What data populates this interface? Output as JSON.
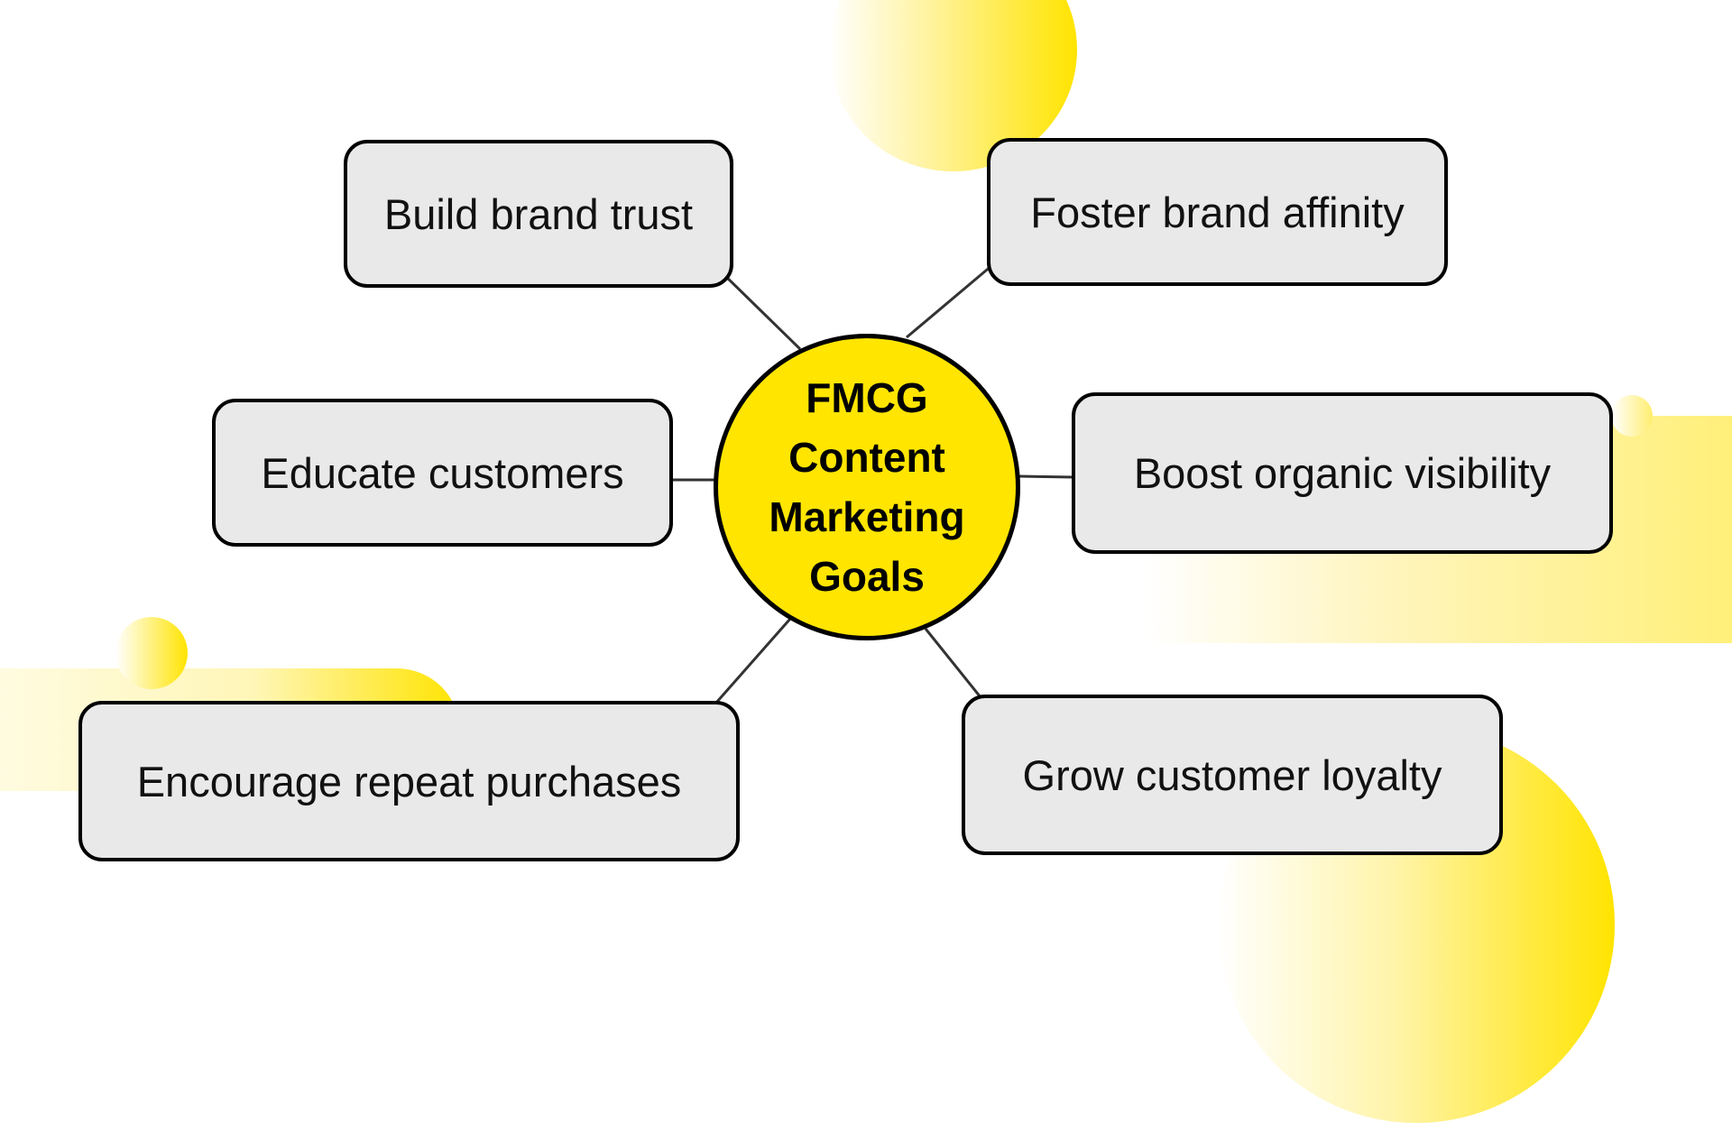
{
  "diagram": {
    "center_label": "FMCG Content Marketing Goals",
    "goals": [
      "Build brand trust",
      "Foster brand affinity",
      "Educate customers",
      "Boost organic visibility",
      "Encourage repeat purchases",
      "Grow customer loyalty"
    ]
  },
  "colors": {
    "accent": "#ffe500",
    "node_fill": "#e9e9e9",
    "outline": "#000000"
  }
}
